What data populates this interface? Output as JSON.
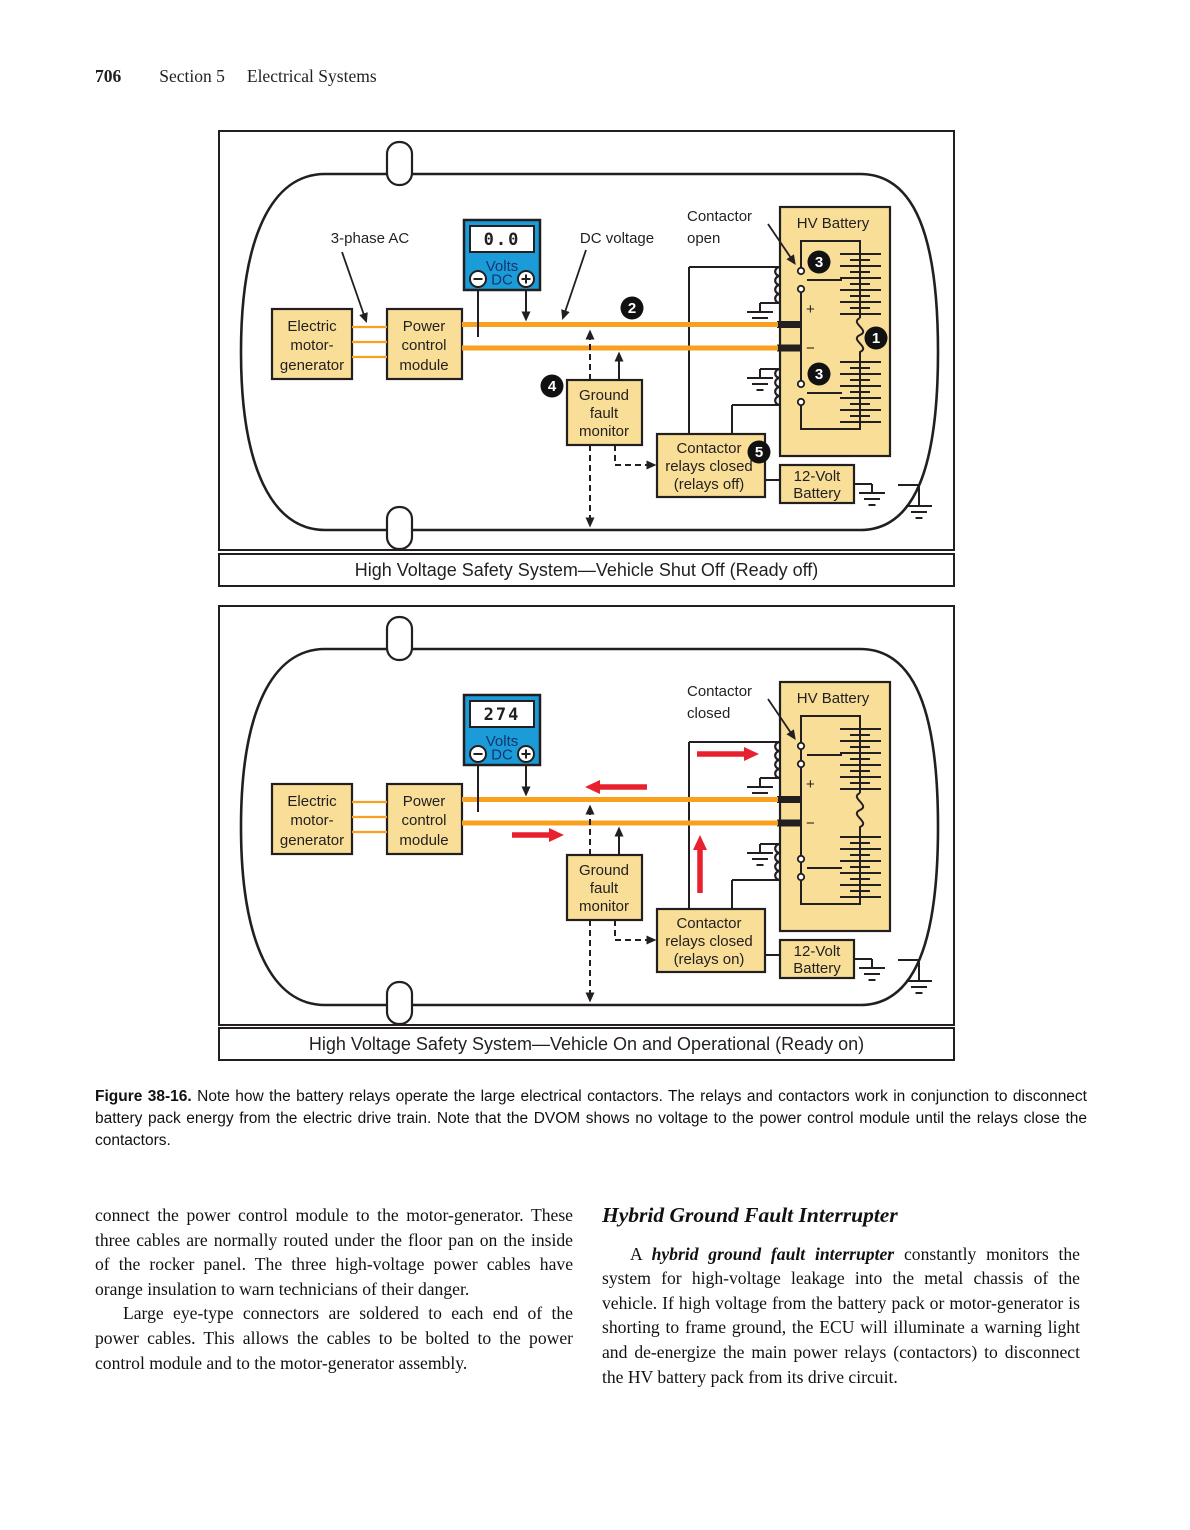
{
  "page": {
    "number": "706",
    "section": "Section 5",
    "section_title": "Electrical Systems"
  },
  "colors": {
    "ink": "#231f20",
    "box_fill": "#f8de97",
    "cable_orange": "#f9a11e",
    "meter_blue": "#1b9cd8",
    "arrow_red": "#e8212e",
    "meter_text_navy": "#14366e"
  },
  "diagram_shared": {
    "motor": [
      "Electric",
      "motor-",
      "generator"
    ],
    "pcm": [
      "Power",
      "control",
      "module"
    ],
    "gfm": [
      "Ground",
      "fault",
      "monitor"
    ],
    "relays_line1": "Contactor",
    "relays_line2": "relays closed",
    "battery12": [
      "12-Volt",
      "Battery"
    ],
    "hv_battery": "HV Battery",
    "contactor_word": "Contactor",
    "meter_volts": "Volts",
    "meter_dc": "DC",
    "plus": "+",
    "minus": "−"
  },
  "diagram_top": {
    "three_phase_ac": "3-phase AC",
    "dc_voltage": "DC voltage",
    "contactor_state": "open",
    "relays_state": "(relays off)",
    "meter_reading": "0.0",
    "callouts": {
      "c1": "1",
      "c2": "2",
      "c3a": "3",
      "c3b": "3",
      "c4": "4",
      "c5": "5"
    },
    "caption": "High Voltage Safety System—Vehicle Shut Off (Ready off)"
  },
  "diagram_bottom": {
    "contactor_state": "closed",
    "relays_state": "(relays on)",
    "meter_reading": "274",
    "caption": "High Voltage Safety System—Vehicle On and Operational (Ready on)"
  },
  "figure_caption": {
    "label": "Figure 38-16.",
    "text": " Note how the battery relays operate the large electrical contactors. The relays and contactors work in conjunction to disconnect battery pack energy from the electric drive train. Note that the DVOM shows no voltage to the power control module until the relays close the contactors."
  },
  "body": {
    "left_para1": "connect the power control module to the motor-generator. These three cables are normally routed under the floor pan on the inside of the rocker panel. The three high-voltage power cables have orange insulation to warn technicians of their danger.",
    "left_para2": "Large eye-type connectors are soldered to each end of the power cables. This allows the cables to be bolted to the power control module and to the motor-generator assembly.",
    "right_heading": "Hybrid Ground Fault Interrupter",
    "right_para_lead": "A ",
    "right_para_term": "hybrid ground fault interrupter",
    "right_para_rest": " constantly monitors the system for high-voltage leakage into the metal chassis of the vehicle. If high voltage from the battery pack or motor-generator is shorting to frame ground, the ECU will illuminate a warning light and de-energize the main power relays (contactors) to disconnect the HV battery pack from its drive circuit."
  }
}
